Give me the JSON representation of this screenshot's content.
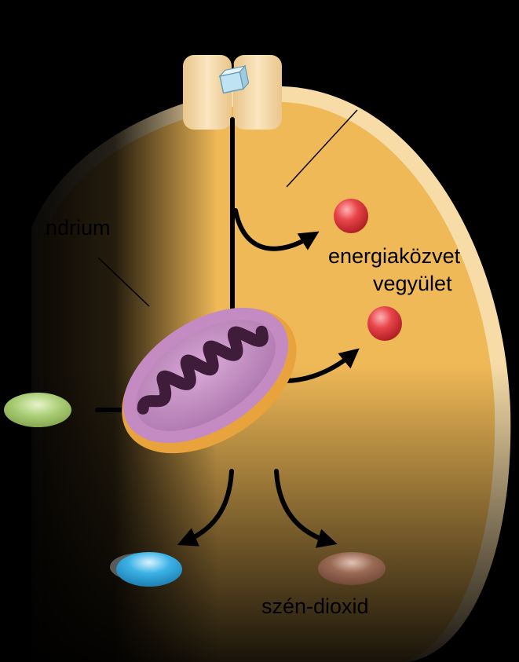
{
  "labels": {
    "mitochondrion": "ndrium",
    "energy_line1": "energiaközvet",
    "energy_line2": "vegyület",
    "carbon_dioxide": "szén-dioxid"
  },
  "colors": {
    "background": "#000000",
    "cytoplasm": "#f0b957",
    "membrane": "#f7dca8",
    "channel": "#fbe2b4",
    "outer_mito": "#e9a33c",
    "mito_inner": "#c690c6",
    "cristae": "#3f1c3a",
    "energy_molecule": "#e8454a",
    "input_molecule": "#a8cc74",
    "water_molecule": "#3cb2e6",
    "co2_molecule": "#9a6a55",
    "arrow": "#000000"
  },
  "icons": {
    "transport": "sugar-cube-icon",
    "energy": "red-sphere-icon",
    "input": "green-oval-icon",
    "water": "blue-oval-icon",
    "co2": "brown-oval-icon"
  }
}
